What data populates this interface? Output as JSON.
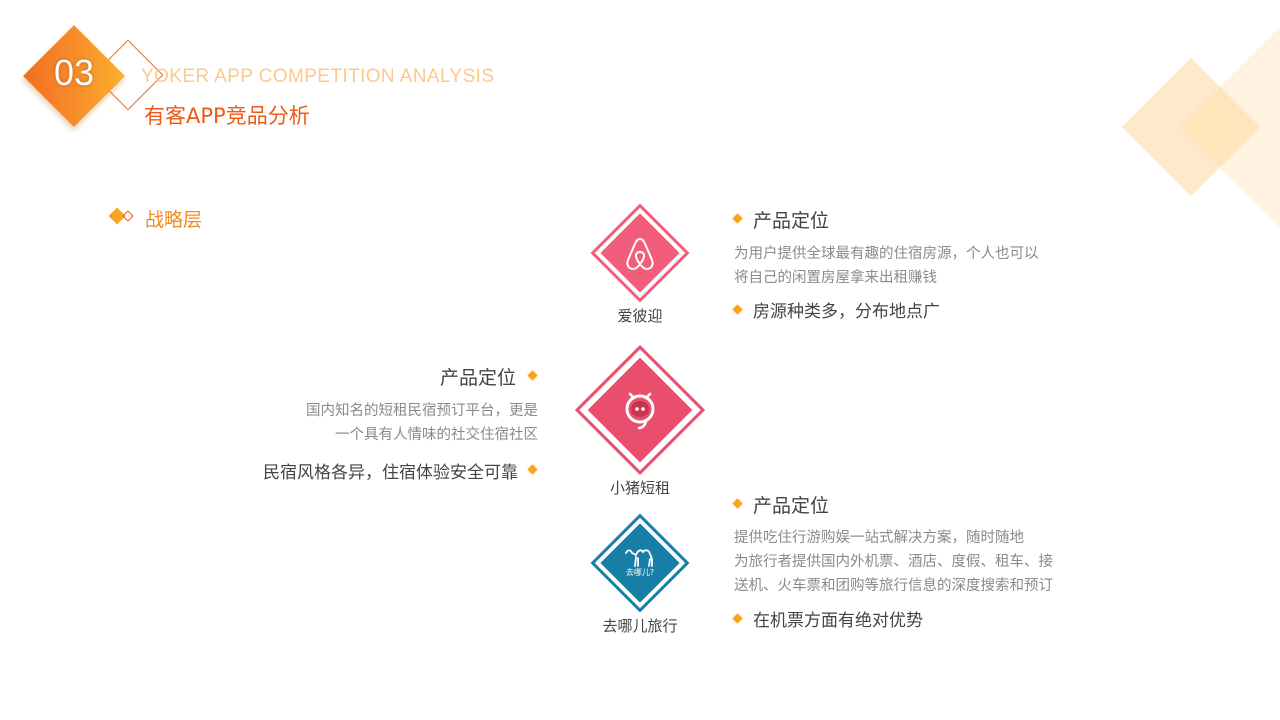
{
  "header": {
    "section_number": "03",
    "subtitle_en": "YOKER APP COMPETITION ANALYSIS",
    "title_cn": "有客APP竞品分析"
  },
  "section": {
    "title": "战略层"
  },
  "colors": {
    "accent_orange": "#f7892a",
    "title_orange": "#ee5a13",
    "airbnb_pink": "#f25d7b",
    "xiaozhu_red": "#e94f6c",
    "qunar_blue": "#177ea6",
    "bullet_gold": "#f9a31c"
  },
  "apps": [
    {
      "name": "爱彼迎",
      "icon": "airbnb-logo-icon",
      "heading": "产品定位",
      "description": [
        "为用户提供全球最有趣的住宿房源，个人也可以",
        "将自己的闲置房屋拿来出租赚钱"
      ],
      "point": "房源种类多，分布地点广"
    },
    {
      "name": "小猪短租",
      "icon": "xiaozhu-pig-logo-icon",
      "heading": "产品定位",
      "description": [
        "国内知名的短租民宿预订平台，更是",
        "一个具有人情味的社交住宿社区"
      ],
      "point": "民宿风格各异，住宿体验安全可靠"
    },
    {
      "name": "去哪儿旅行",
      "icon": "qunar-camel-logo-icon",
      "logo_text": "去哪儿?",
      "heading": "产品定位",
      "description": [
        "提供吃住行游购娱一站式解决方案，随时随地",
        "为旅行者提供国内外机票、酒店、度假、租车、接",
        "送机、火车票和团购等旅行信息的深度搜索和预订"
      ],
      "point": "在机票方面有绝对优势"
    }
  ]
}
